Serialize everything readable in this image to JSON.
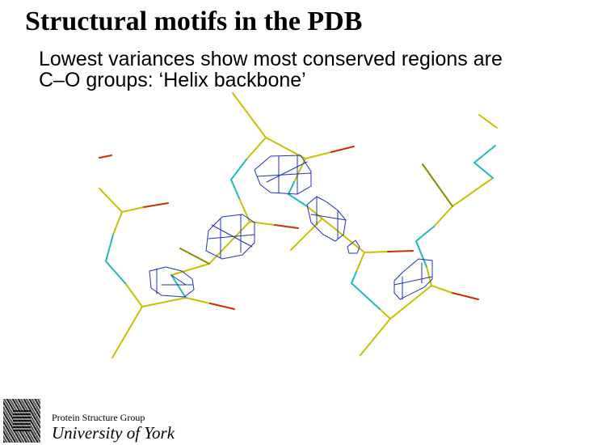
{
  "slide": {
    "title": "Structural motifs in the PDB",
    "subtitle_lines": [
      "Lowest variances show most conserved regions are",
      "C–O groups: ‘Helix backbone’"
    ]
  },
  "figure": {
    "colors": {
      "backbone": "#c8c000",
      "dark_backbone": "#8a8a00",
      "nitrogen": "#20b8c0",
      "oxygen": "#c83000",
      "density": "#2030c0"
    }
  },
  "footer": {
    "group": "Protein Structure Group",
    "university": "University of York"
  }
}
